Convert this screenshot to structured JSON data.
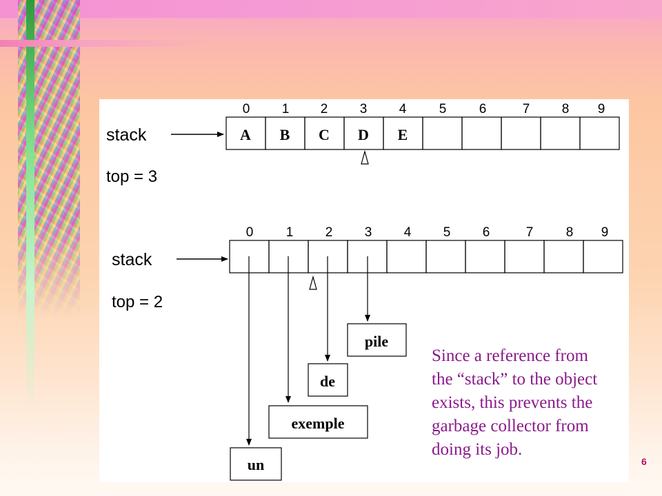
{
  "diagram": {
    "top_stack": {
      "label": "stack",
      "indices": [
        "0",
        "1",
        "2",
        "3",
        "4",
        "5",
        "6",
        "7",
        "8",
        "9"
      ],
      "cells": [
        "A",
        "B",
        "C",
        "D",
        "E",
        "",
        "",
        "",
        "",
        ""
      ],
      "top_text": "top = 3"
    },
    "bottom_stack": {
      "label": "stack",
      "indices": [
        "0",
        "1",
        "2",
        "3",
        "4",
        "5",
        "6",
        "7",
        "8",
        "9"
      ],
      "top_text": "top = 2",
      "objects": [
        "un",
        "exemple",
        "de",
        "pile"
      ]
    }
  },
  "caption": {
    "lines": [
      "Since a reference from",
      "the “stack” to the object",
      "exists, this prevents the",
      "garbage collector from",
      "doing its job."
    ]
  },
  "slide": {
    "page_number": "6"
  },
  "colors": {
    "caption": "#8a1a8a",
    "page_number": "#b0106a"
  }
}
